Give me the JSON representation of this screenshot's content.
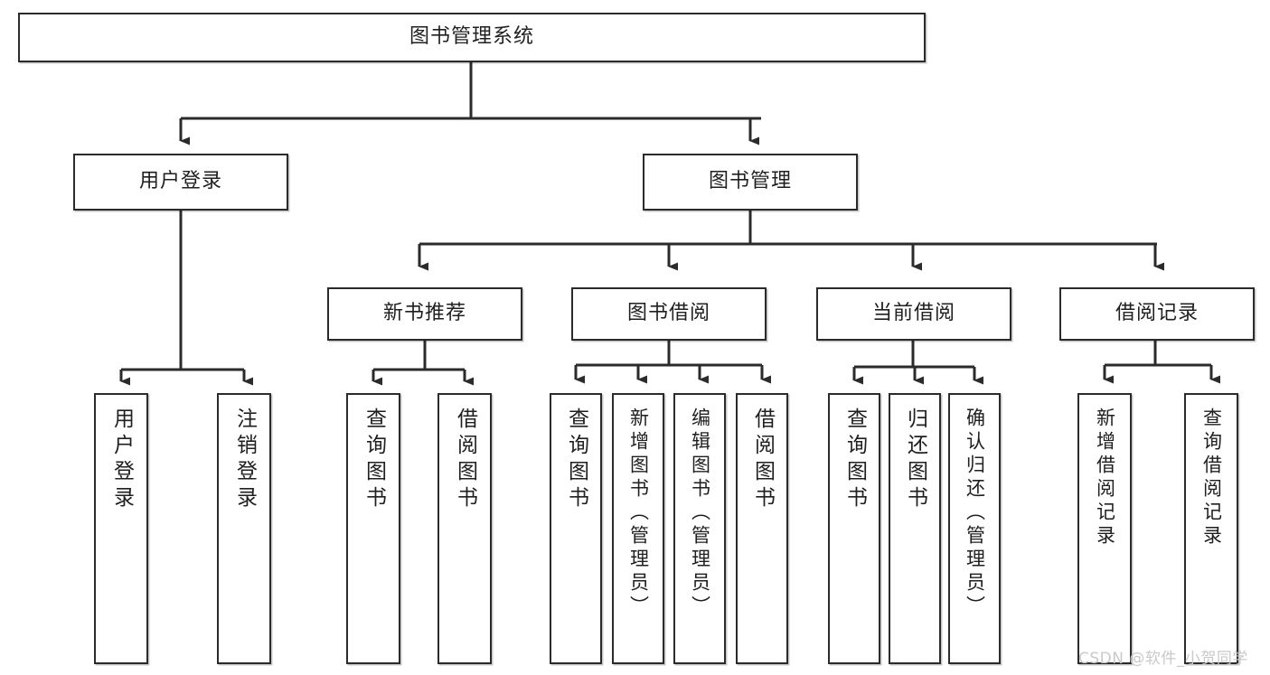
{
  "diagram": {
    "title": "图书管理系统",
    "type": "tree-hierarchy",
    "watermark": "CSDN @软件_小贺同学",
    "colors": {
      "box_border": "#2b2b2b",
      "box_fill": "#ffffff",
      "connector": "#2b2b2b",
      "text": "#1f1f1f",
      "watermark": "#c9c9c9"
    },
    "levels": {
      "root": {
        "label": "图书管理系统"
      },
      "level2": [
        {
          "label": "用户登录"
        },
        {
          "label": "图书管理"
        }
      ],
      "level3": [
        {
          "label": "新书推荐"
        },
        {
          "label": "图书借阅"
        },
        {
          "label": "当前借阅"
        },
        {
          "label": "借阅记录"
        }
      ],
      "leaves": {
        "user_login": [
          {
            "label": "用户登录"
          },
          {
            "label": "注销登录"
          }
        ],
        "new_book_recommend": [
          {
            "label": "查询图书"
          },
          {
            "label": "借阅图书"
          }
        ],
        "book_borrow": [
          {
            "label": "查询图书"
          },
          {
            "label": "新增图书（管理员）"
          },
          {
            "label": "编辑图书（管理员）"
          },
          {
            "label": "借阅图书"
          }
        ],
        "current_borrow": [
          {
            "label": "查询图书"
          },
          {
            "label": "归还图书"
          },
          {
            "label": "确认归还（管理员）"
          }
        ],
        "borrow_record": [
          {
            "label": "新增借阅记录"
          },
          {
            "label": "查询借阅记录"
          }
        ]
      }
    }
  }
}
